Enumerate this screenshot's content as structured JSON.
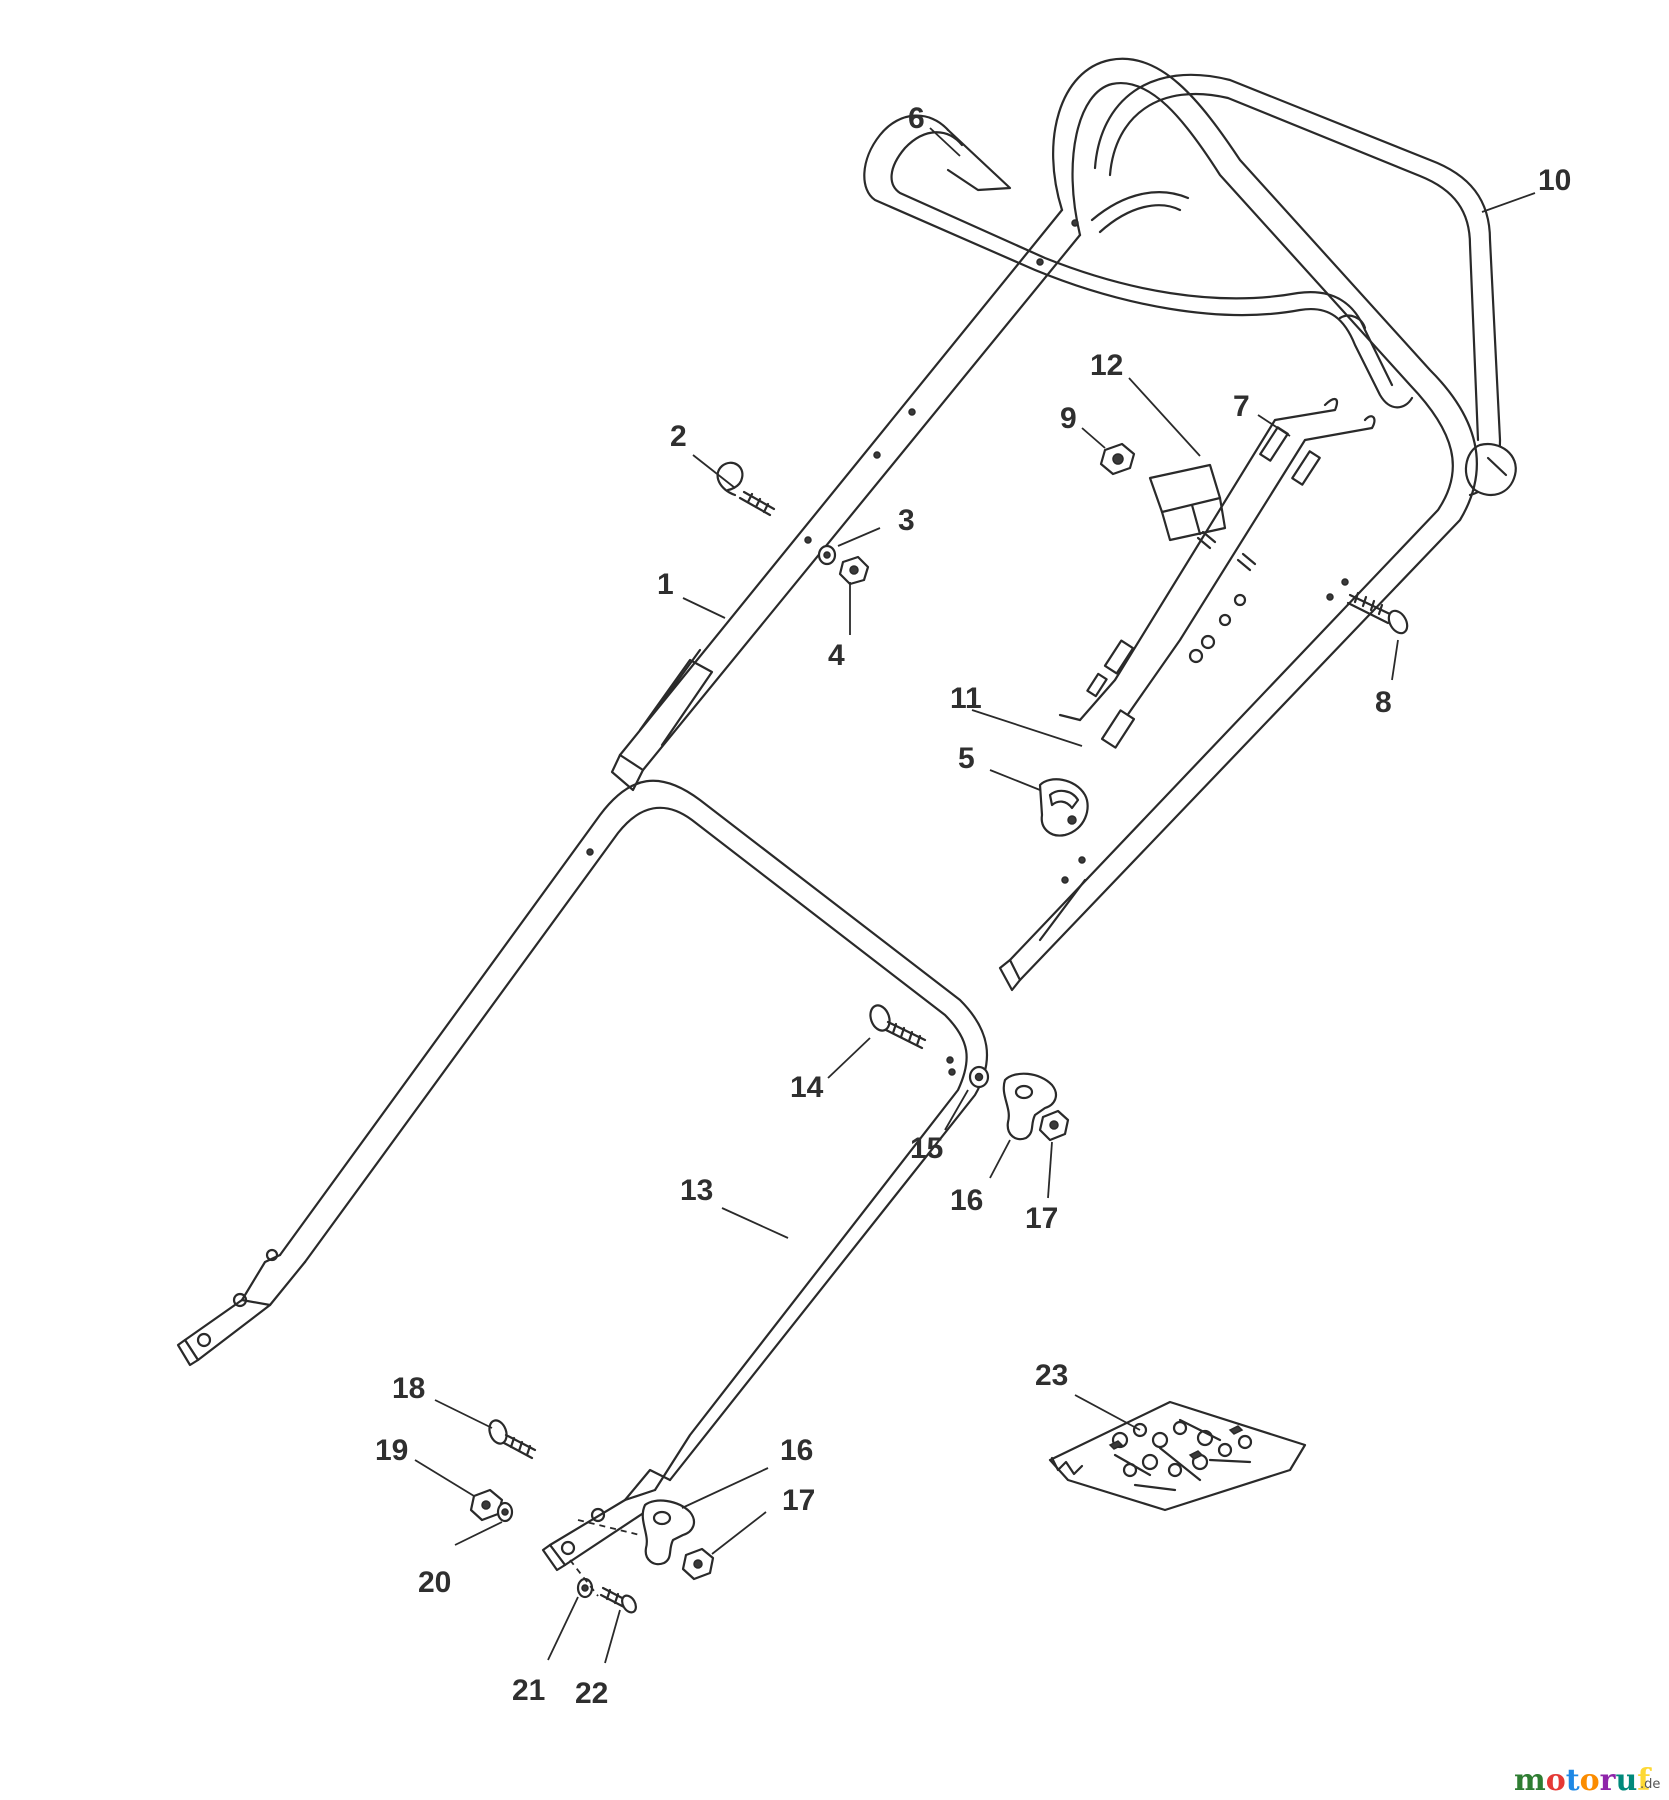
{
  "callouts": [
    {
      "id": "c1",
      "label": "1"
    },
    {
      "id": "c2",
      "label": "2"
    },
    {
      "id": "c3",
      "label": "3"
    },
    {
      "id": "c4",
      "label": "4"
    },
    {
      "id": "c5",
      "label": "5"
    },
    {
      "id": "c6",
      "label": "6"
    },
    {
      "id": "c7",
      "label": "7"
    },
    {
      "id": "c8",
      "label": "8"
    },
    {
      "id": "c9",
      "label": "9"
    },
    {
      "id": "c10",
      "label": "10"
    },
    {
      "id": "c11",
      "label": "11"
    },
    {
      "id": "c12",
      "label": "12"
    },
    {
      "id": "c13",
      "label": "13"
    },
    {
      "id": "c14",
      "label": "14"
    },
    {
      "id": "c15",
      "label": "15"
    },
    {
      "id": "c16a",
      "label": "16"
    },
    {
      "id": "c17a",
      "label": "17"
    },
    {
      "id": "c18",
      "label": "18"
    },
    {
      "id": "c19",
      "label": "19"
    },
    {
      "id": "c20",
      "label": "20"
    },
    {
      "id": "c16b",
      "label": "16"
    },
    {
      "id": "c17b",
      "label": "17"
    },
    {
      "id": "c21",
      "label": "21"
    },
    {
      "id": "c22",
      "label": "22"
    },
    {
      "id": "c23",
      "label": "23"
    }
  ],
  "watermark": {
    "letters": [
      {
        "ch": "m",
        "color": "#2e7d32"
      },
      {
        "ch": "o",
        "color": "#e53935"
      },
      {
        "ch": "t",
        "color": "#1e88e5"
      },
      {
        "ch": "o",
        "color": "#fb8c00"
      },
      {
        "ch": "r",
        "color": "#8e24aa"
      },
      {
        "ch": "u",
        "color": "#00897b"
      },
      {
        "ch": "f",
        "color": "#fdd835"
      }
    ],
    "suffix": ".de"
  }
}
